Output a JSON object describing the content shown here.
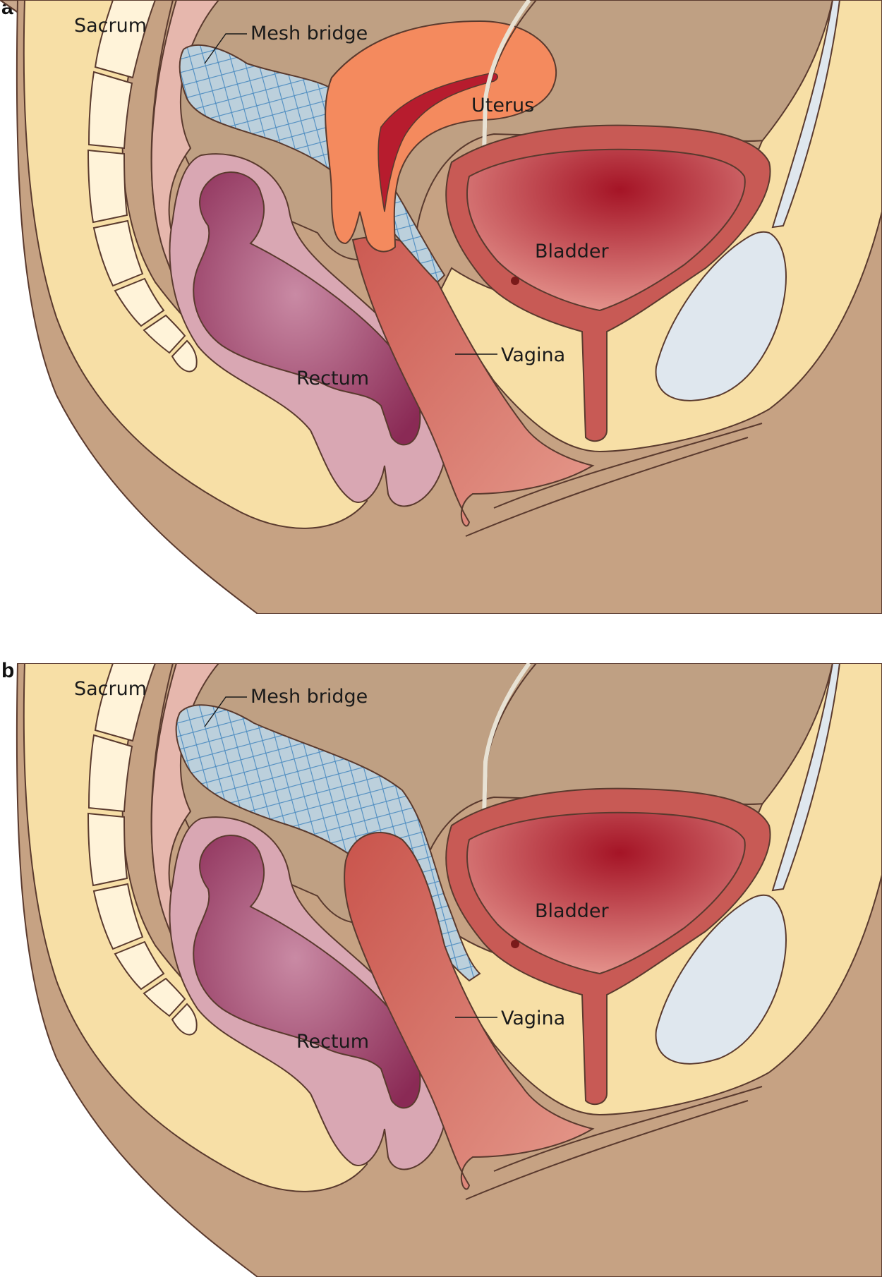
{
  "panels": [
    {
      "letter": "a",
      "labels": {
        "sacrum": "Sacrum",
        "mesh": "Mesh bridge",
        "uterus": "Uterus",
        "bladder": "Bladder",
        "vagina": "Vagina",
        "rectum": "Rectum"
      }
    },
    {
      "letter": "b",
      "labels": {
        "sacrum": "Sacrum",
        "mesh": "Mesh bridge",
        "bladder": "Bladder",
        "vagina": "Vagina",
        "rectum": "Rectum"
      }
    }
  ],
  "colors": {
    "skin": "#c9a88d",
    "abdomen": "#c2a68a",
    "bone": "#f7dfa6",
    "rectum": "#c27c96",
    "vagina": "#cf655c",
    "uterus": "#f48a5e",
    "bladder": "#c73a3f",
    "mesh": "#bcd0dc",
    "pubis": "#dfe7ee"
  }
}
